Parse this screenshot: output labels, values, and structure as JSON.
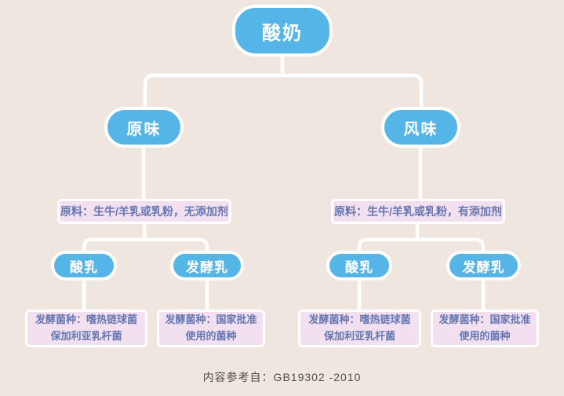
{
  "diagram": {
    "root_label": "酸奶",
    "branches": [
      {
        "label": "原味",
        "ingredient": "原料：生牛/羊乳或乳粉，无添加剂",
        "children": [
          {
            "label": "酸乳",
            "strain_line1": "发酵菌种：嗜热链球菌",
            "strain_line2": "保加利亚乳杆菌"
          },
          {
            "label": "发酵乳",
            "strain_line1": "发酵菌种：国家批准",
            "strain_line2": "使用的菌种"
          }
        ]
      },
      {
        "label": "风味",
        "ingredient": "原料：生牛/羊乳或乳粉，有添加剂",
        "children": [
          {
            "label": "酸乳",
            "strain_line1": "发酵菌种：嗜热链球菌",
            "strain_line2": "保加利亚乳杆菌"
          },
          {
            "label": "发酵乳",
            "strain_line1": "发酵菌种：国家批准",
            "strain_line2": "使用的菌种"
          }
        ]
      }
    ],
    "footer": "内容参考自：GB19302 -2010"
  },
  "colors": {
    "background": "#EFE6DF",
    "node_fill": "#55B5E6",
    "node_border": "#FFFFFF",
    "node_text": "#FFFFFF",
    "info_box_fill": "#F2DFF0",
    "info_box_border": "#FFFFFF",
    "info_box_text": "#6577B2",
    "connector": "#FFFFFF",
    "footer_text": "#4E4E4E"
  }
}
